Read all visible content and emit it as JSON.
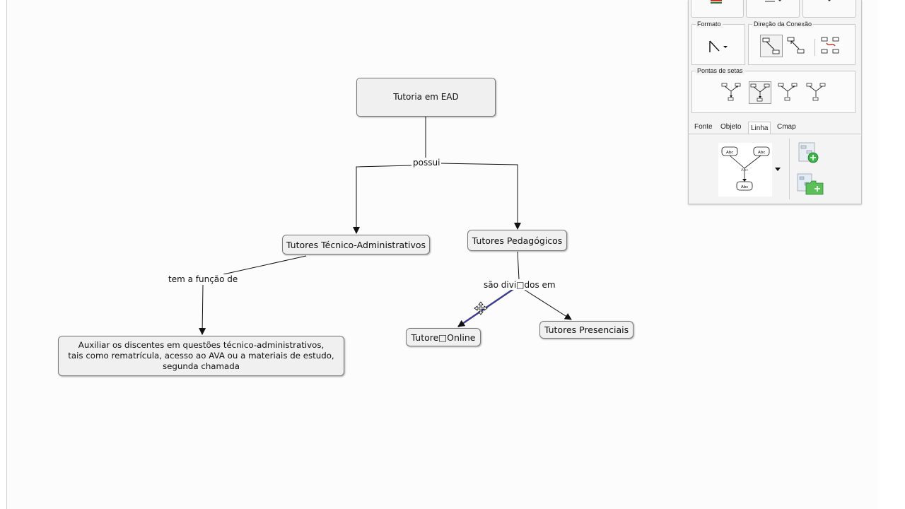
{
  "map": {
    "nodes": {
      "root": "Tutoria em EAD",
      "tecnico": "Tutores Técnico-Administrativos",
      "pedagogico": "Tutores Pedagógicos",
      "online": "Tutore□Online",
      "presenciais": "Tutores Presenciais",
      "auxiliar_line1": "Auxiliar os discentes em questões técnico-administrativos,",
      "auxiliar_line2": "tais como rematrícula, acesso ao AVA ou a materiais de estudo,",
      "auxiliar_line3": "segunda chamada"
    },
    "link_labels": {
      "possui": "possui",
      "tem_funcao": "tem a função de",
      "divididos": "são divi□dos em"
    },
    "colors": {
      "selected_line": "#3b3b8f",
      "node_fill": "#f0f0f0",
      "line": "#111111"
    }
  },
  "style_panel": {
    "groups": {
      "formato": "Formato",
      "direcao": "Direção da Conexão",
      "pontas": "Pontas de setas"
    },
    "tabs": [
      "Fonte",
      "Objeto",
      "Linha",
      "Cmap"
    ],
    "active_tab": "Linha",
    "preview_labels": [
      "Abc",
      "Abc",
      "Abc",
      "Abc"
    ],
    "icons": {
      "shape": "line-shape-icon",
      "dropdown": "dropdown-arrow-icon",
      "add_style": "add-style-icon",
      "add_folder": "add-folder-icon"
    }
  }
}
